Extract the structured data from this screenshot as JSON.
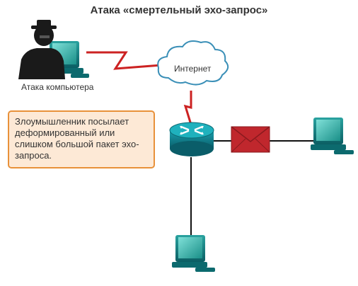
{
  "title": "Атака «смертельный эхо-запрос»",
  "attacker_label": "Атака компьютера",
  "cloud_label": "Интернет",
  "callout_text": "Злоумышленник посылает деформированный или слишком большой пакет эхо-запроса.",
  "colors": {
    "link_red": "#cc2222",
    "router_teal": "#0f7a8a",
    "callout_border": "#e8913a",
    "callout_fill": "#fde9d6",
    "envelope": "#c0272d"
  },
  "icons": [
    "attacker-icon",
    "cloud-icon",
    "router-icon",
    "envelope-icon",
    "computer-icon"
  ]
}
